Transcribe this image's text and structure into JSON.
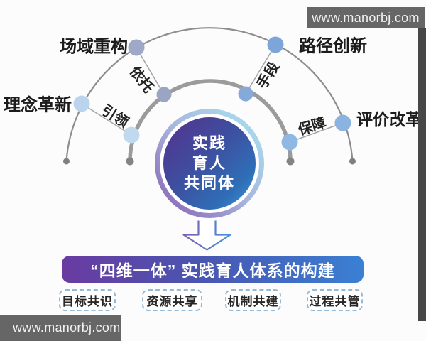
{
  "watermarks": {
    "top": "www.manorbj.com",
    "bottom": "www.manorbj.com"
  },
  "diagram": {
    "center_lines": [
      "实践",
      "育人",
      "共同体"
    ],
    "outer_labels": [
      "场域重构",
      "路径创新",
      "理念革新",
      "评价改革"
    ],
    "spoke_labels": [
      "依托",
      "引领",
      "手段",
      "保障"
    ]
  },
  "banner": {
    "title": "“四维一体” 实践育人体系的构建"
  },
  "pillars": [
    "目标共识",
    "资源共享",
    "机制共建",
    "过程共管"
  ],
  "colors": {
    "background": "#fcfcfc",
    "banner_gradient_left": "#6a3ba1",
    "banner_gradient_right": "#3a80d3",
    "core_purple": "#54318e",
    "core_blue": "#2e6fb8",
    "ring_purple": "#8a68b8",
    "ring_light_blue": "#a7dcee",
    "node_gray_blue": "#9fa9c7",
    "node_light_blue": "#bcd6ec",
    "node_medium_blue": "#7ea5d8",
    "node_sky_blue": "#8db5e2",
    "arc_gray": "#8d8d8d",
    "pillar_border_blue": "#94bad8",
    "watermark_bg": "#666666",
    "edge_strip_gray": "#474747"
  }
}
